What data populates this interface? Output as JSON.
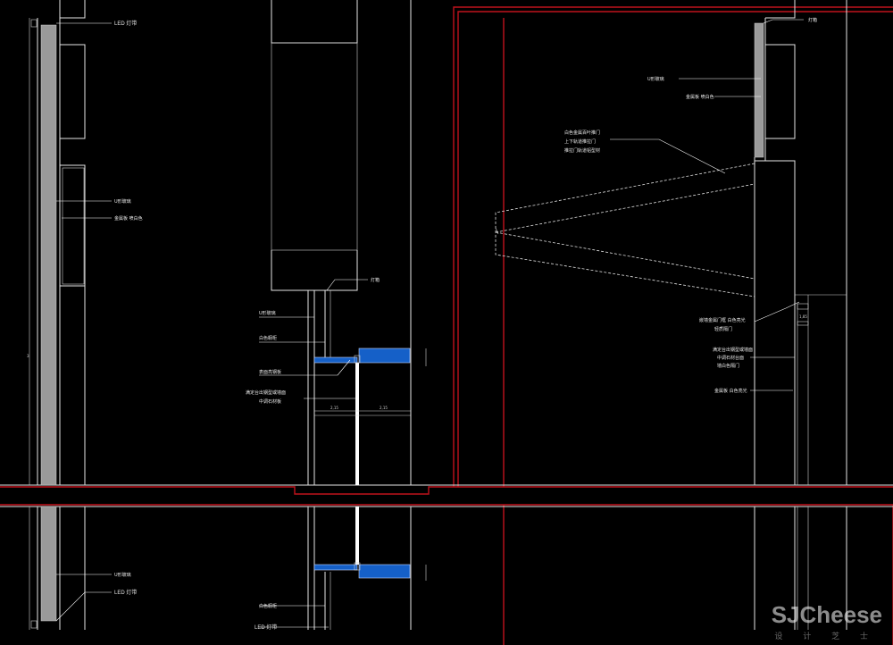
{
  "labels": {
    "led_light_top": "LED 灯带",
    "u_glass_left": "U形玻璃",
    "metal_white_left": "金属板 喷白色",
    "light_box": "灯箱",
    "u_glass_mid": "U形玻璃",
    "white_cabinet": "白色橱柜",
    "aluminum_frame": "表面亮钢板",
    "glass_note_line1": "满定台出钢型或墙面",
    "glass_note_line2": "中调石材板",
    "white_cabinet_bottom": "白色橱柜",
    "led_light_mid": "LED 灯带",
    "u_glass_left_bottom": "U形玻璃",
    "led_light_bottom": "LED 灯带",
    "light_box_right": "灯箱",
    "u_glass_right": "U形玻璃",
    "metal_white_right": "金属板 喷白色",
    "door_note_line1": "白色金属百叶推门",
    "door_note_line2": "上下轨道推拉门",
    "door_note_line3": "推拉门轨道铝型材",
    "right_note1_line1": "嵌墙金属门框 白色亮光",
    "right_note1_line2": "轻质隔门",
    "right_note2_line1": "满定台出钢型或墙面",
    "right_note2_line2": "中调石材台面",
    "right_note2_line3": "墙白色隔门",
    "right_note3": "金属板 白色亮光"
  },
  "dimensions": {
    "mid_left": "2,15",
    "mid_right": "2,15",
    "right_top": "1,85",
    "left_tall": "3"
  },
  "watermark": {
    "brand": "SJCheese",
    "sub": "设 计 芝 士"
  },
  "colors": {
    "background": "#000000",
    "line": "#e6e6e6",
    "red": "#c0121c",
    "blue": "#1560c8",
    "gray_panel": "#9a9a9a"
  }
}
